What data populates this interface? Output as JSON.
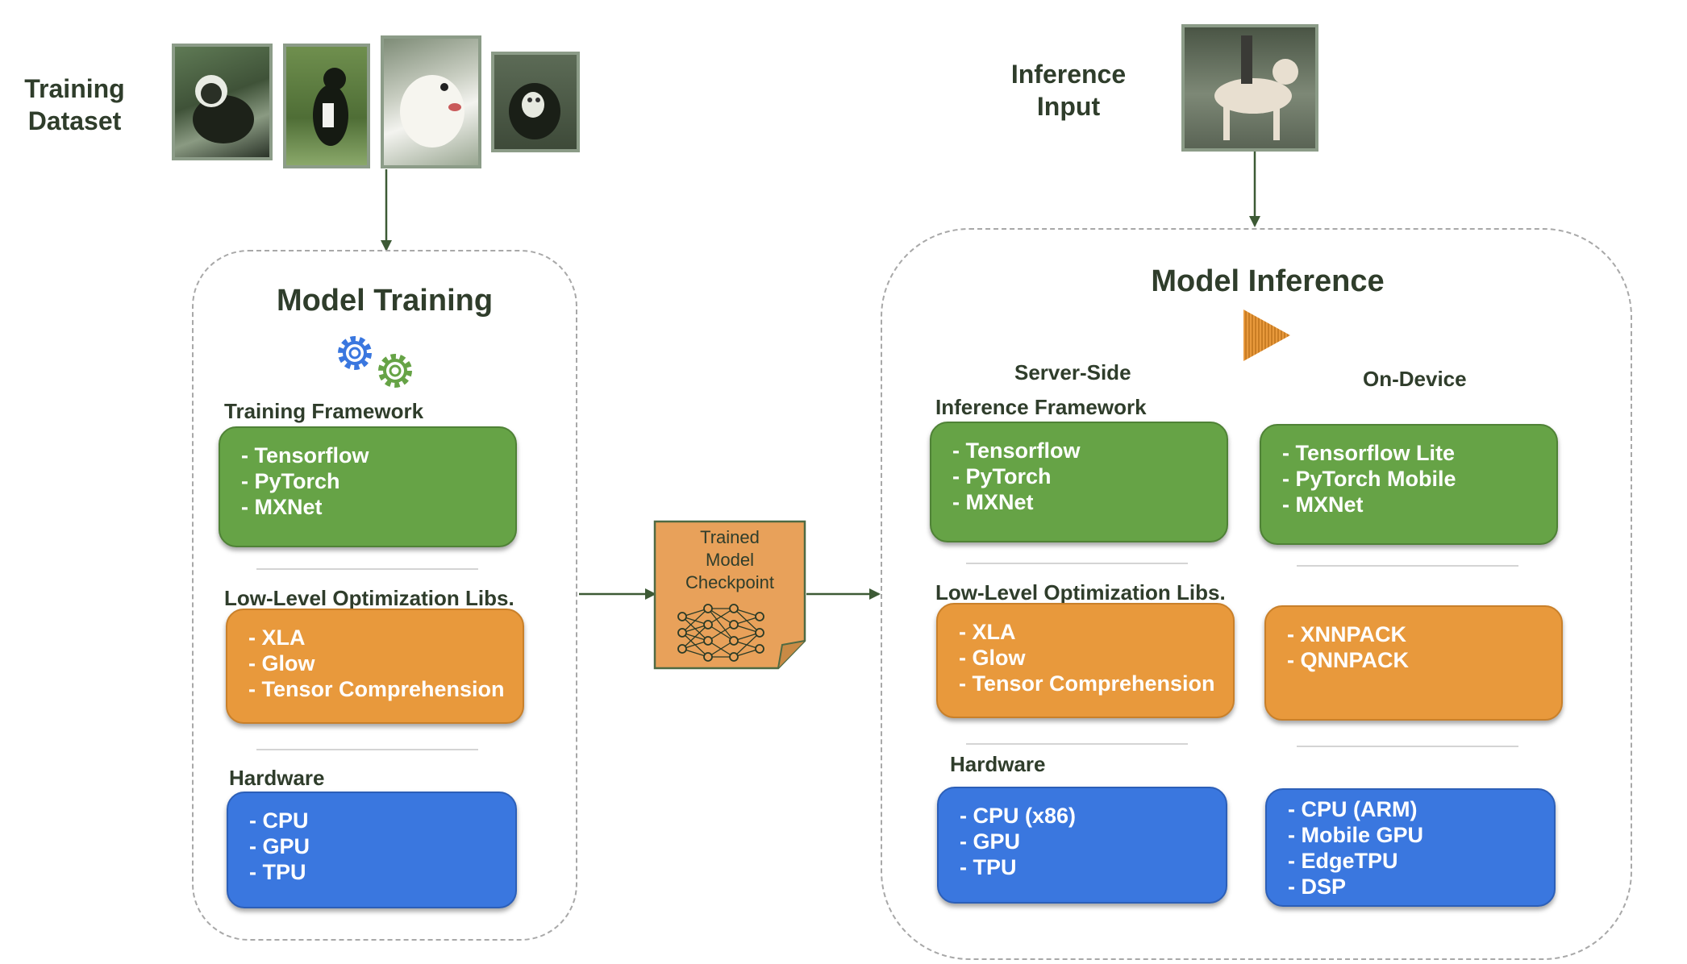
{
  "training_dataset": {
    "line1": "Training",
    "line2": "Dataset"
  },
  "inference_input": {
    "line1": "Inference",
    "line2": "Input"
  },
  "training": {
    "title": "Model Training",
    "framework_label": "Training Framework",
    "framework_items": [
      "- Tensorflow",
      "- PyTorch",
      "- MXNet"
    ],
    "libs_label": "Low-Level Optimization Libs.",
    "libs_items": [
      "- XLA",
      "- Glow",
      "- Tensor Comprehension"
    ],
    "hardware_label": "Hardware",
    "hardware_items": [
      "- CPU",
      "- GPU",
      "- TPU"
    ]
  },
  "checkpoint": {
    "line1": "Trained",
    "line2": "Model",
    "line3": "Checkpoint"
  },
  "inference": {
    "title": "Model Inference",
    "server_label": "Server-Side",
    "device_label": "On-Device",
    "framework_label": "Inference Framework",
    "server_framework_items": [
      "- Tensorflow",
      "- PyTorch",
      "- MXNet"
    ],
    "device_framework_items": [
      "- Tensorflow Lite",
      "- PyTorch Mobile",
      "- MXNet"
    ],
    "libs_label": "Low-Level Optimization Libs.",
    "server_libs_items": [
      "- XLA",
      "- Glow",
      "- Tensor Comprehension"
    ],
    "device_libs_items": [
      "- XNNPACK",
      "- QNNPACK"
    ],
    "hardware_label": "Hardware",
    "server_hardware_items": [
      "- CPU (x86)",
      "- GPU",
      "- TPU"
    ],
    "device_hardware_items": [
      "- CPU (ARM)",
      "- Mobile GPU",
      "- EdgeTPU",
      "- DSP"
    ]
  },
  "colors": {
    "framework_green": "#66a346",
    "libs_orange": "#e8993c",
    "hardware_blue": "#3a77df",
    "checkpoint_orange": "#e8a15a",
    "arrow": "#3d5a35"
  },
  "icons": [
    "gear-icon-blue",
    "gear-icon-green",
    "play-triangle-icon",
    "neural-network-icon"
  ]
}
